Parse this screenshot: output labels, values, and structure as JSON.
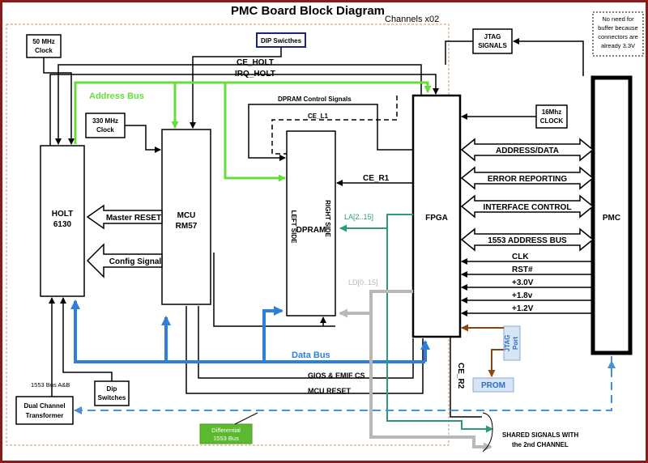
{
  "title": "PMC Board Block Diagram",
  "channels_label": "Channels x02",
  "blocks": {
    "mhz50": [
      "50 MHz",
      "Clock"
    ],
    "dip_top": "DIP Swicthes",
    "jtag_signals": [
      "JTAG",
      "SIGNALS"
    ],
    "buffer_note": [
      "No need for",
      "buffer because",
      "connectors are",
      "already 3.3V"
    ],
    "mhz330": [
      "330 MHz",
      "Clock"
    ],
    "mhz16": [
      "16Mhz",
      "CLOCK"
    ],
    "holt": [
      "HOLT",
      "6130"
    ],
    "mcu": [
      "MCU",
      "RM57"
    ],
    "dpram": "DPRAM",
    "dpram_left": "LEFT SIDE",
    "dpram_right": "RIGHT SIDE",
    "fpga": "FPGA",
    "pmc": "PMC",
    "dip_bottom": [
      "Dip",
      "Switches"
    ],
    "transformer": [
      "Dual Channel",
      "Transformer"
    ],
    "differential": [
      "Differential",
      "1553 Bus"
    ],
    "jtag_port": [
      "JTAG",
      "Port"
    ],
    "prom": "PROM",
    "shared": [
      "SHARED SIGNALS WITH",
      "the 2nd CHANNEL"
    ]
  },
  "signals": {
    "ce_holt": "CE_HOLT",
    "irq_holt": "IRQ_HOLT",
    "address_bus": "Address Bus",
    "dpram_control": "DPRAM Control Signals",
    "ce_l1": "CE_L1",
    "ce_r1": "CE_R1",
    "la": "LA[2..15]",
    "ld": "LD[0..15]",
    "master_reset": "Master RESET",
    "config_signal": "Config Signal",
    "data_bus": "Data Bus",
    "gios": "GIOS & EMIF CS",
    "mcu_reset": "MCU RESET",
    "bus_ab": "1553 Bus A&B",
    "ce_r2": "CE_R2",
    "pmc_buses": [
      "ADDRESS/DATA",
      "ERROR REPORTING",
      "INTERFACE CONTROL",
      "1553 ADDRESS BUS"
    ],
    "pmc_lines": [
      "CLK",
      "RST#",
      "+3.0V",
      "+1.8v",
      "+1.2V"
    ]
  },
  "colors": {
    "border": "#8b1a1a",
    "channel_frame": "#c9956a",
    "address_bus": "#66dd3c",
    "data_bus": "#2e7fd9",
    "la_bus": "#2e9a7a",
    "ld_bus": "#b8b8b8",
    "jtag_port": "#8b4513",
    "pmc_dash": "#4a90d9",
    "differential": "#5cb82e",
    "prom_fill": "#d6e4f5"
  }
}
